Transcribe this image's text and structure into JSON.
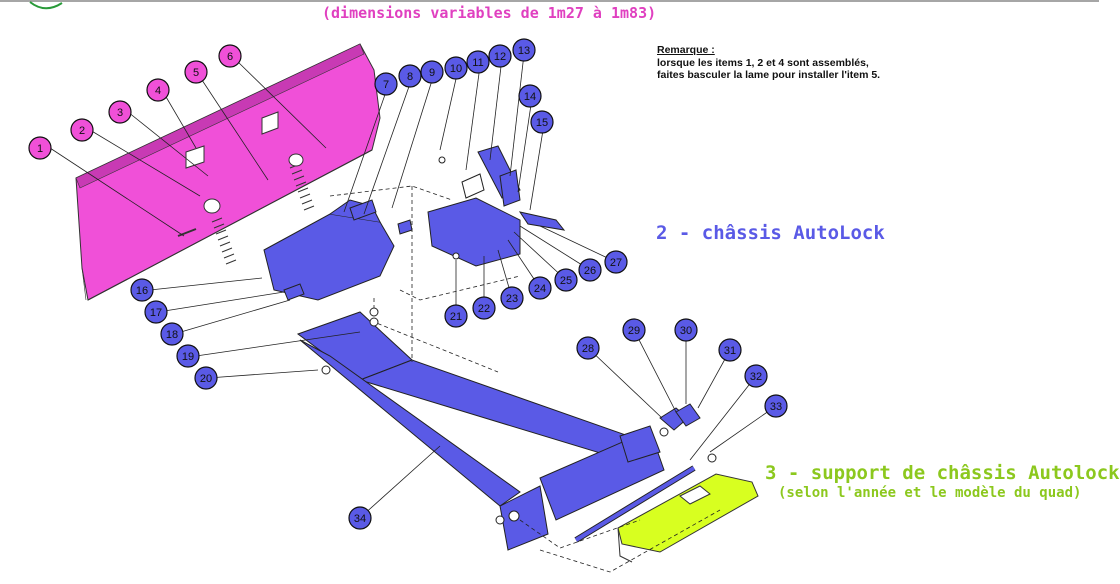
{
  "header": {
    "dimensions_text": "(dimensions variables de 1m27 à 1m83)"
  },
  "note": {
    "title": "Remarque :",
    "line1": "lorsque les items 1, 2 et 4 sont assemblés,",
    "line2": "faites basculer la lame pour installer l'item 5."
  },
  "sections": {
    "chassis": "2 - châssis AutoLock",
    "support_title": "3 - support de châssis Autolock",
    "support_subtitle": "(selon l'année et le modèle du quad)"
  },
  "colors": {
    "blade": "#f050d8",
    "chassis": "#5a5ae6",
    "plate": "#d8ff20",
    "header_text": "#e040c0",
    "support_text": "#8cc81e"
  },
  "callouts": [
    {
      "num": "1",
      "color": "pink"
    },
    {
      "num": "2",
      "color": "pink"
    },
    {
      "num": "3",
      "color": "pink"
    },
    {
      "num": "4",
      "color": "pink"
    },
    {
      "num": "5",
      "color": "pink"
    },
    {
      "num": "6",
      "color": "pink"
    },
    {
      "num": "7",
      "color": "blue"
    },
    {
      "num": "8",
      "color": "blue"
    },
    {
      "num": "9",
      "color": "blue"
    },
    {
      "num": "10",
      "color": "blue"
    },
    {
      "num": "11",
      "color": "blue"
    },
    {
      "num": "12",
      "color": "blue"
    },
    {
      "num": "13",
      "color": "blue"
    },
    {
      "num": "14",
      "color": "blue"
    },
    {
      "num": "15",
      "color": "blue"
    },
    {
      "num": "16",
      "color": "blue"
    },
    {
      "num": "17",
      "color": "blue"
    },
    {
      "num": "18",
      "color": "blue"
    },
    {
      "num": "19",
      "color": "blue"
    },
    {
      "num": "20",
      "color": "blue"
    },
    {
      "num": "21",
      "color": "blue"
    },
    {
      "num": "22",
      "color": "blue"
    },
    {
      "num": "23",
      "color": "blue"
    },
    {
      "num": "24",
      "color": "blue"
    },
    {
      "num": "25",
      "color": "blue"
    },
    {
      "num": "26",
      "color": "blue"
    },
    {
      "num": "27",
      "color": "blue"
    },
    {
      "num": "28",
      "color": "blue"
    },
    {
      "num": "29",
      "color": "blue"
    },
    {
      "num": "30",
      "color": "blue"
    },
    {
      "num": "31",
      "color": "blue"
    },
    {
      "num": "32",
      "color": "blue"
    },
    {
      "num": "33",
      "color": "blue"
    },
    {
      "num": "34",
      "color": "blue"
    }
  ]
}
